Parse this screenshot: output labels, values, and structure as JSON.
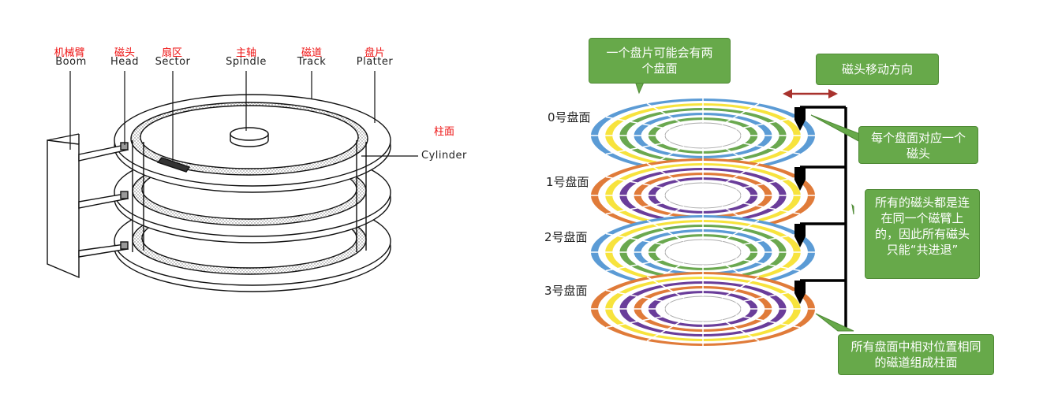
{
  "left_diagram": {
    "labels": [
      {
        "cn": "机械臂",
        "en": "Boom"
      },
      {
        "cn": "磁头",
        "en": "Head"
      },
      {
        "cn": "扇区",
        "en": "Sector"
      },
      {
        "cn": "主轴",
        "en": "Spindle"
      },
      {
        "cn": "磁道",
        "en": "Track"
      },
      {
        "cn": "盘片",
        "en": "Platter"
      }
    ],
    "cylinder": {
      "cn": "柱面",
      "en": "Cylinder"
    }
  },
  "right_diagram": {
    "callout_platter": "一个盘片可能会有两个盘面",
    "callout_direction": "磁头移动方向",
    "callout_head": "每个盘面对应一个磁头",
    "callout_arm": "所有的磁头都是连在同一个磁臂上的，因此所有磁头只能“共进退”",
    "callout_cylinder": "所有盘面中相对位置相同的磁道组成柱面",
    "surfaces": [
      "0号盘面",
      "1号盘面",
      "2号盘面",
      "3号盘面"
    ],
    "colors": {
      "blue": "#5b9bd5",
      "yellow": "#f7e33d",
      "green": "#6aa84f",
      "orange": "#e07b39",
      "purple": "#6a3d9a",
      "callout_green": "#67a94a",
      "arrow_red": "#a8322d"
    }
  }
}
